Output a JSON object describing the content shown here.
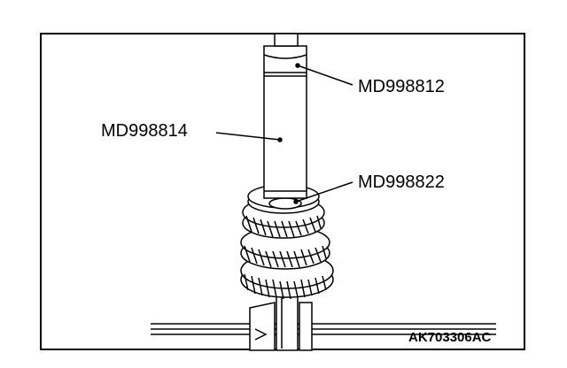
{
  "callouts": {
    "upper_tool": "MD998812",
    "shaft_tool": "MD998814",
    "lower_tool": "MD998822"
  },
  "figure_code": "AK703306AC"
}
